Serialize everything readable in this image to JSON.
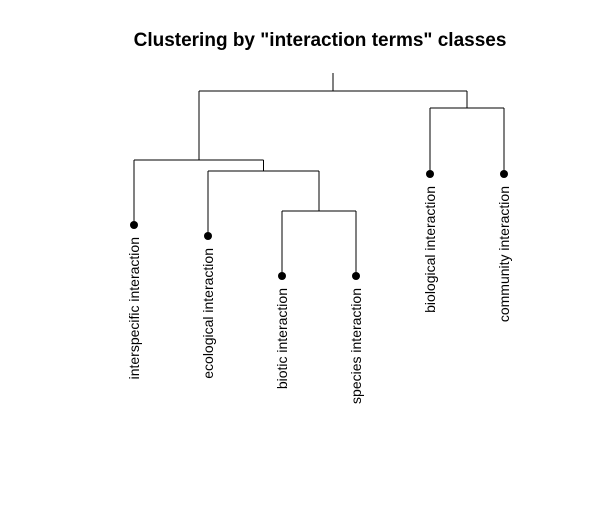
{
  "title": "Clustering by \"interaction terms\" classes",
  "leaves": [
    {
      "id": "L1",
      "label": "interspecific interaction"
    },
    {
      "id": "L2",
      "label": "ecological interaction"
    },
    {
      "id": "L3",
      "label": "biotic interaction"
    },
    {
      "id": "L4",
      "label": "species interaction"
    },
    {
      "id": "L5",
      "label": "biological interaction"
    },
    {
      "id": "L6",
      "label": "community interaction"
    }
  ],
  "merges": [
    {
      "id": "M1",
      "children": [
        "L3",
        "L4"
      ]
    },
    {
      "id": "M2",
      "children": [
        "L2",
        "M1"
      ]
    },
    {
      "id": "M3",
      "children": [
        "L1",
        "M2"
      ]
    },
    {
      "id": "M4",
      "children": [
        "L5",
        "L6"
      ]
    },
    {
      "id": "M5",
      "children": [
        "M3",
        "M4"
      ]
    }
  ],
  "colors": {
    "lines": "#000000",
    "background": "#ffffff"
  }
}
